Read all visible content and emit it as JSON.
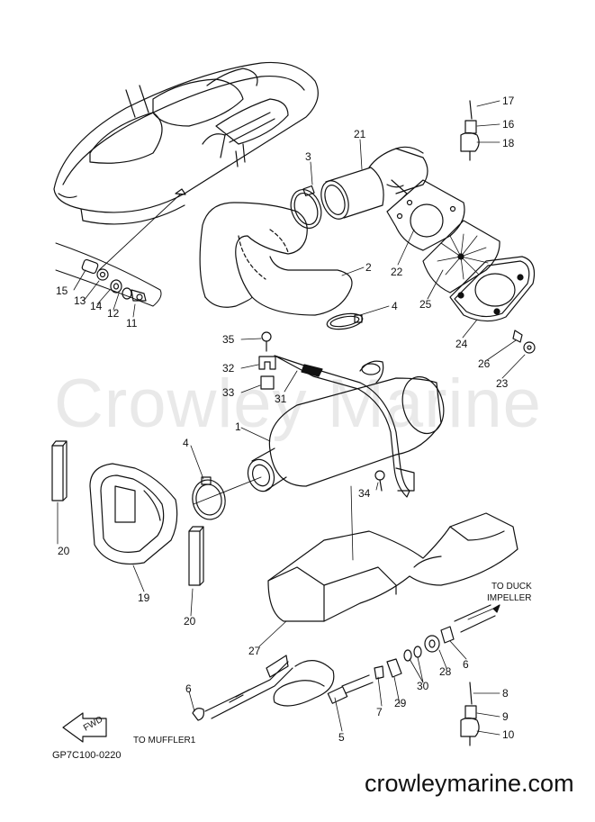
{
  "watermark": "Crowley Marine",
  "website": "crowleymarine.com",
  "diagram_code": "GP7C100-0220",
  "notes": {
    "to_duck_impeller_1": "TO DUCK",
    "to_duck_impeller_2": "IMPELLER",
    "to_muffler": "TO MUFFLER1",
    "fwd": "FWD"
  },
  "callouts": [
    "17",
    "16",
    "18",
    "21",
    "3",
    "2",
    "22",
    "25",
    "24",
    "26",
    "23",
    "4",
    "35",
    "32",
    "33",
    "31",
    "1",
    "4",
    "34",
    "15",
    "13",
    "14",
    "12",
    "11",
    "20",
    "19",
    "20",
    "27",
    "6",
    "8",
    "9",
    "10",
    "7",
    "29",
    "30",
    "28",
    "6",
    "5"
  ]
}
